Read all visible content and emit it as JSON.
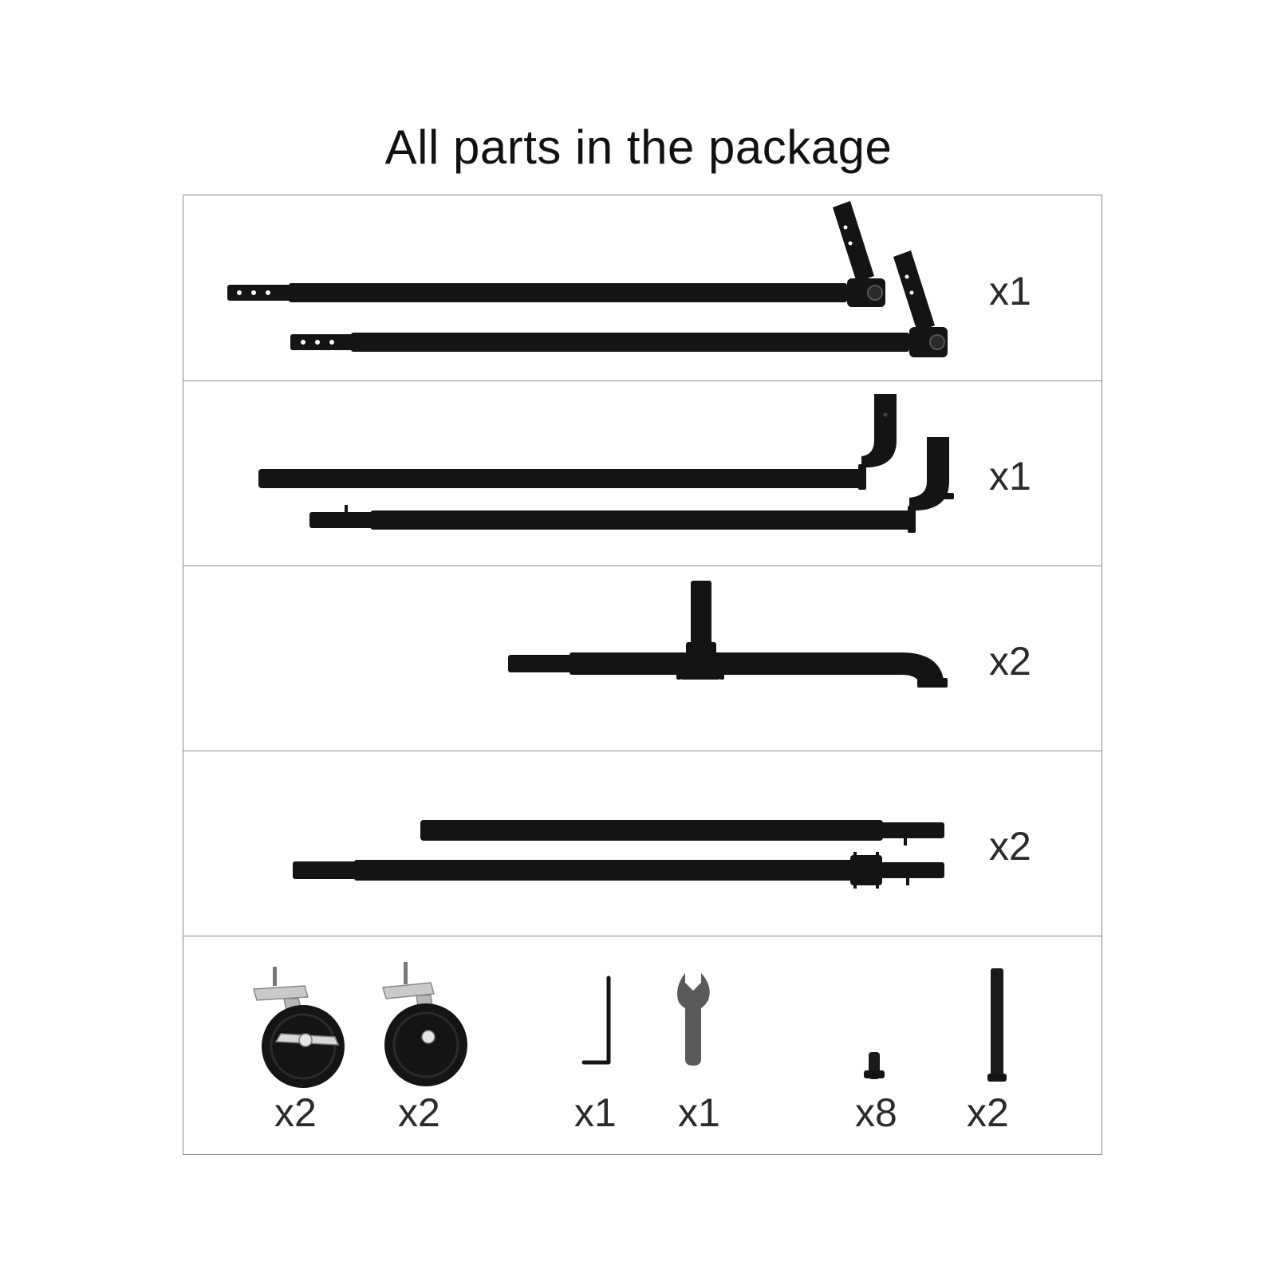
{
  "title": "All parts in the package",
  "colors": {
    "pipe": "#141414",
    "border": "#8a8a8a",
    "text": "#2b2b2b",
    "metal": "#c9c9c9"
  },
  "rows": [
    {
      "quantity": "x1"
    },
    {
      "quantity": "x1"
    },
    {
      "quantity": "x2"
    },
    {
      "quantity": "x2"
    }
  ],
  "small_parts": [
    {
      "icon": "swivel-caster-with-brake-icon",
      "quantity": "x2"
    },
    {
      "icon": "swivel-caster-icon",
      "quantity": "x2"
    },
    {
      "icon": "allen-key-icon",
      "quantity": "x1"
    },
    {
      "icon": "wrench-icon",
      "quantity": "x1"
    },
    {
      "icon": "short-screw-icon",
      "quantity": "x8"
    },
    {
      "icon": "long-bolt-icon",
      "quantity": "x2"
    }
  ]
}
